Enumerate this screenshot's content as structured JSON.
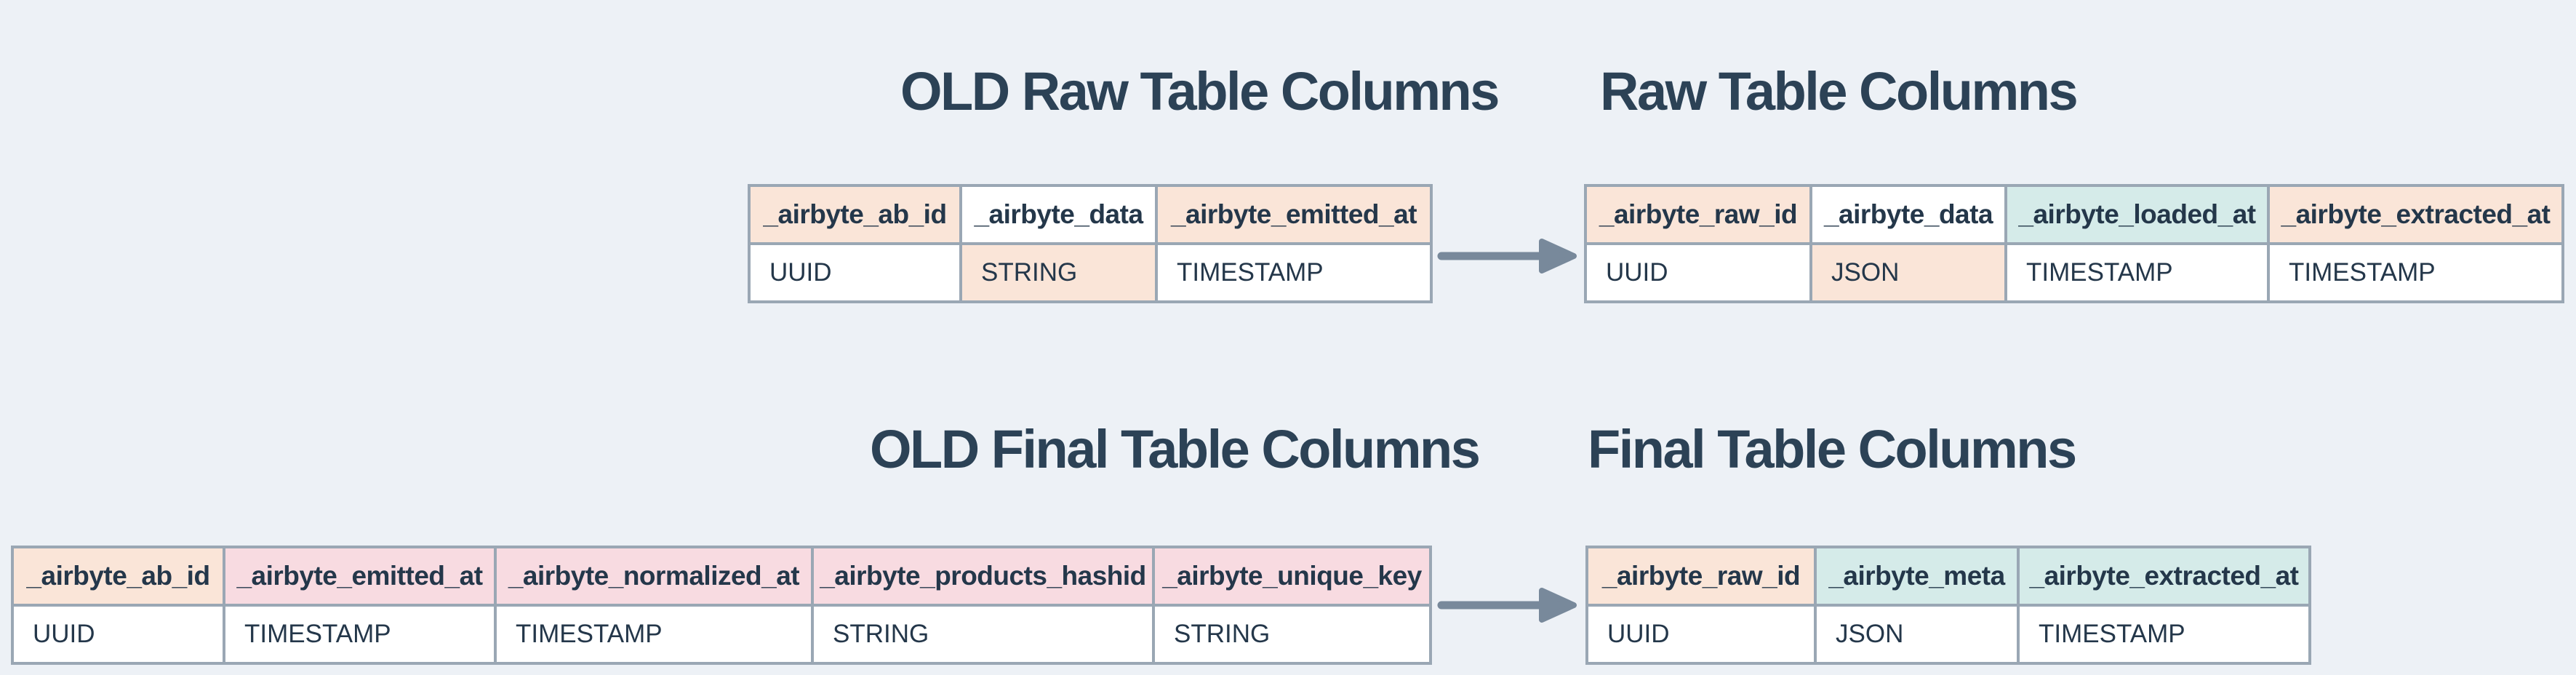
{
  "titles": {
    "old_raw": "OLD Raw Table Columns",
    "new_raw": "Raw Table Columns",
    "old_final": "OLD Final Table Columns",
    "new_final": "Final Table Columns"
  },
  "colors": {
    "background": "#EDF1F6",
    "grid_border": "#9AA7B4",
    "cell_text": "#24374A",
    "title_text": "#2C4256",
    "arrow": "#78899B",
    "highlight_peach": "#FAE5D8",
    "highlight_pink": "#F8DBE1",
    "highlight_teal": "#D5EBE9",
    "cell_white": "#FFFFFF"
  },
  "icons": {
    "migration_arrow": "right-arrow"
  },
  "tables": {
    "old_raw": {
      "columns": [
        {
          "name": "_airbyte_ab_id",
          "type": "UUID",
          "header_highlight": "peach",
          "type_highlight": "white"
        },
        {
          "name": "_airbyte_data",
          "type": "STRING",
          "header_highlight": "white",
          "type_highlight": "peach"
        },
        {
          "name": "_airbyte_emitted_at",
          "type": "TIMESTAMP",
          "header_highlight": "peach",
          "type_highlight": "white"
        }
      ]
    },
    "new_raw": {
      "columns": [
        {
          "name": "_airbyte_raw_id",
          "type": "UUID",
          "header_highlight": "peach",
          "type_highlight": "white"
        },
        {
          "name": "_airbyte_data",
          "type": "JSON",
          "header_highlight": "white",
          "type_highlight": "peach"
        },
        {
          "name": "_airbyte_loaded_at",
          "type": "TIMESTAMP",
          "header_highlight": "teal",
          "type_highlight": "white"
        },
        {
          "name": "_airbyte_extracted_at",
          "type": "TIMESTAMP",
          "header_highlight": "peach",
          "type_highlight": "white"
        }
      ]
    },
    "old_final": {
      "columns": [
        {
          "name": "_airbyte_ab_id",
          "type": "UUID",
          "header_highlight": "peach",
          "type_highlight": "white"
        },
        {
          "name": "_airbyte_emitted_at",
          "type": "TIMESTAMP",
          "header_highlight": "pink",
          "type_highlight": "white"
        },
        {
          "name": "_airbyte_normalized_at",
          "type": "TIMESTAMP",
          "header_highlight": "pink",
          "type_highlight": "white"
        },
        {
          "name": "_airbyte_products_hashid",
          "type": "STRING",
          "header_highlight": "pink",
          "type_highlight": "white"
        },
        {
          "name": "_airbyte_unique_key",
          "type": "STRING",
          "header_highlight": "pink",
          "type_highlight": "white"
        }
      ]
    },
    "new_final": {
      "columns": [
        {
          "name": "_airbyte_raw_id",
          "type": "UUID",
          "header_highlight": "peach",
          "type_highlight": "white"
        },
        {
          "name": "_airbyte_meta",
          "type": "JSON",
          "header_highlight": "teal",
          "type_highlight": "white"
        },
        {
          "name": "_airbyte_extracted_at",
          "type": "TIMESTAMP",
          "header_highlight": "teal",
          "type_highlight": "white"
        }
      ]
    }
  }
}
